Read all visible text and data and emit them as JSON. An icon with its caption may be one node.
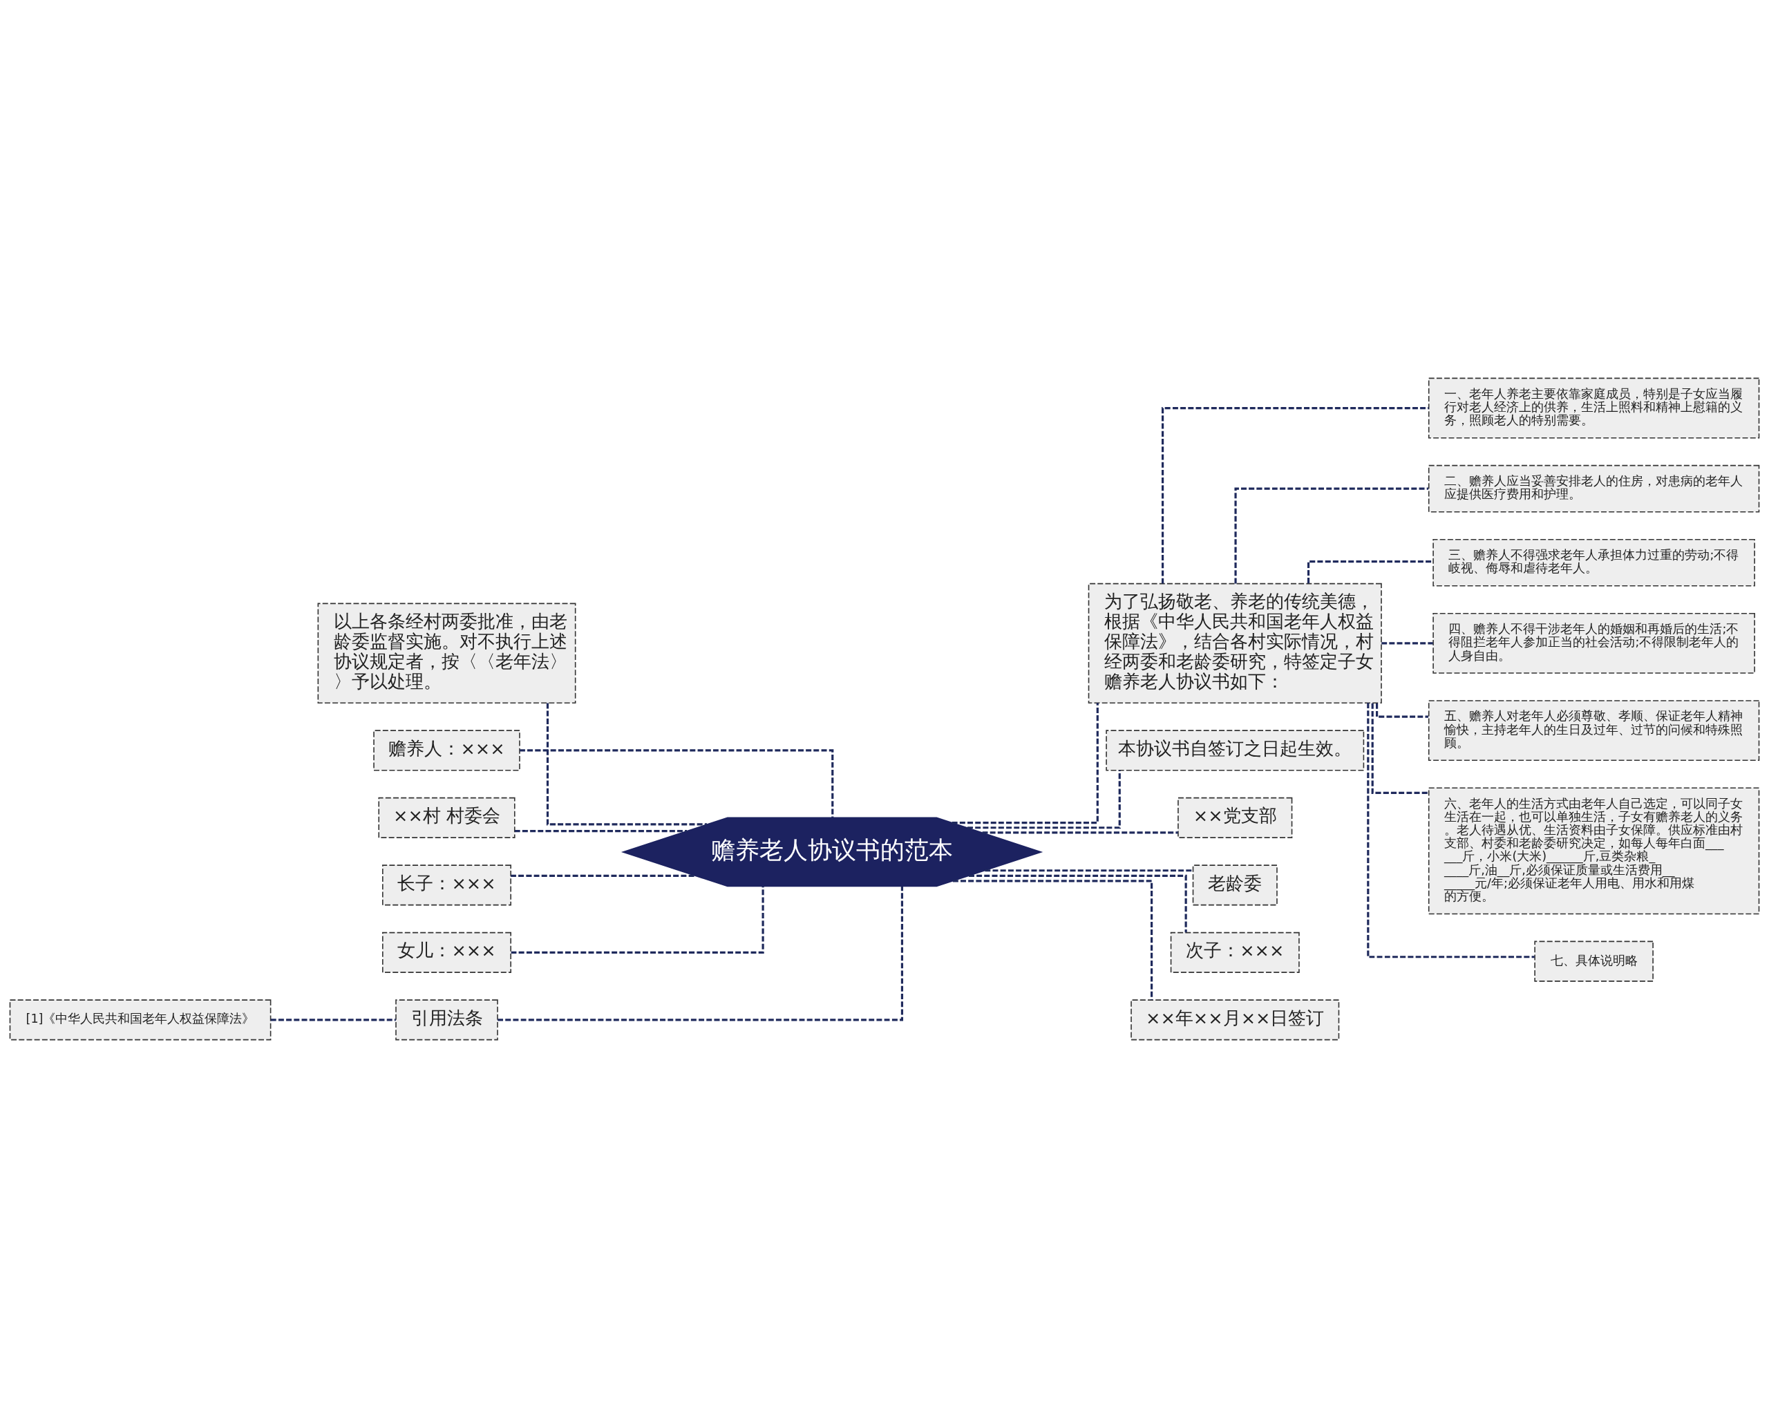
{
  "diagram": {
    "nodes": [
      {
        "text": [
          "赡养老人协议书的范本"
        ]
      },
      {
        "text": [
          "为了弘扬敬老、养老的传统美德，根据《中华人民共和国老年人权益保障法》，结合各村实际情况，村经两委和老龄委研究，特签定子女赡养老人协议书如下："
        ]
      },
      {
        "text": [
          "一、老年人养老主要依靠家庭成员，特别是子女应当履行对老人经济上的供养，生活上照料和精神上慰籍的义务，照顾老人的特别需要。"
        ]
      },
      {
        "text": [
          "二、赡养人应当妥善安排老人的住房，对患病的老年人应提供医疗费用和护理。"
        ]
      },
      {
        "text": [
          "三、赡养人不得强求老年人承担体力过重的劳动;不得岐视、侮辱和虐待老年人。"
        ]
      },
      {
        "text": [
          "四、赡养人不得干涉老年人的婚姻和再婚后的生活;不得阻拦老年人参加正当的社会活动;不得限制老年人的人身自由。"
        ]
      },
      {
        "text": [
          "五、赡养人对老年人必须尊敬、孝顺、保证老年人精神愉快，主持老年人的生日及过年、过节的问候和特殊照顾。"
        ]
      },
      {
        "text": [
          "六、老年人的生活方式由老年人自己选定，可以同子女生活在一起，也可以单独生活，子女有赡养老人的义务。老人待遇从优、生活资料由子女保障。供应标准由村支部、村委和老龄委研究决定，如每人每年白面______斤，小米(大米)______斤,豆类杂粮_____斤,油__斤,必须保证质量或生活费用_______元/年;必须保证老年人用电、用水和用煤的方便。"
        ]
      },
      {
        "text": [
          "七、具体说明略"
        ]
      },
      {
        "text": [
          "本协议书自签订之日起生效。"
        ]
      },
      {
        "text": [
          "××党支部"
        ]
      },
      {
        "text": [
          "老龄委"
        ]
      },
      {
        "text": [
          "次子：×××"
        ]
      },
      {
        "text": [
          "××年××月××日签订"
        ]
      },
      {
        "text": [
          "以上各条经村两委批准，由老龄委监督实施。对不执行上述协议规定者，按〈〈老年法〉〉予以处理。"
        ]
      },
      {
        "text": [
          "赡养人：×××"
        ]
      },
      {
        "text": [
          "××村 村委会"
        ]
      },
      {
        "text": [
          "长子：×××"
        ]
      },
      {
        "text": [
          "女儿：×××"
        ]
      },
      {
        "text": [
          "引用法条"
        ]
      },
      {
        "text": [
          "[1]《中华人民共和国老年人权益保障法》"
        ]
      }
    ],
    "edges": [
      {
        "from": 0,
        "to": 1,
        "arrow": "none"
      },
      {
        "from": 1,
        "to": 2,
        "arrow": "none"
      },
      {
        "from": 1,
        "to": 3,
        "arrow": "none"
      },
      {
        "from": 1,
        "to": 4,
        "arrow": "none"
      },
      {
        "from": 1,
        "to": 5,
        "arrow": "none"
      },
      {
        "from": 1,
        "to": 6,
        "arrow": "none"
      },
      {
        "from": 1,
        "to": 7,
        "arrow": "none"
      },
      {
        "from": 1,
        "to": 8,
        "arrow": "none"
      },
      {
        "from": 0,
        "to": 9,
        "arrow": "none"
      },
      {
        "from": 0,
        "to": 10,
        "arrow": "none"
      },
      {
        "from": 0,
        "to": 11,
        "arrow": "none"
      },
      {
        "from": 0,
        "to": 12,
        "arrow": "none"
      },
      {
        "from": 0,
        "to": 13,
        "arrow": "none"
      },
      {
        "from": 14,
        "to": 0,
        "arrow": "none"
      },
      {
        "from": 15,
        "to": 0,
        "arrow": "none"
      },
      {
        "from": 16,
        "to": 0,
        "arrow": "none"
      },
      {
        "from": 17,
        "to": 0,
        "arrow": "none"
      },
      {
        "from": 18,
        "to": 0,
        "arrow": "none"
      },
      {
        "from": 19,
        "to": 0,
        "arrow": "none"
      },
      {
        "from": 20,
        "to": 19,
        "arrow": "none"
      }
    ]
  }
}
